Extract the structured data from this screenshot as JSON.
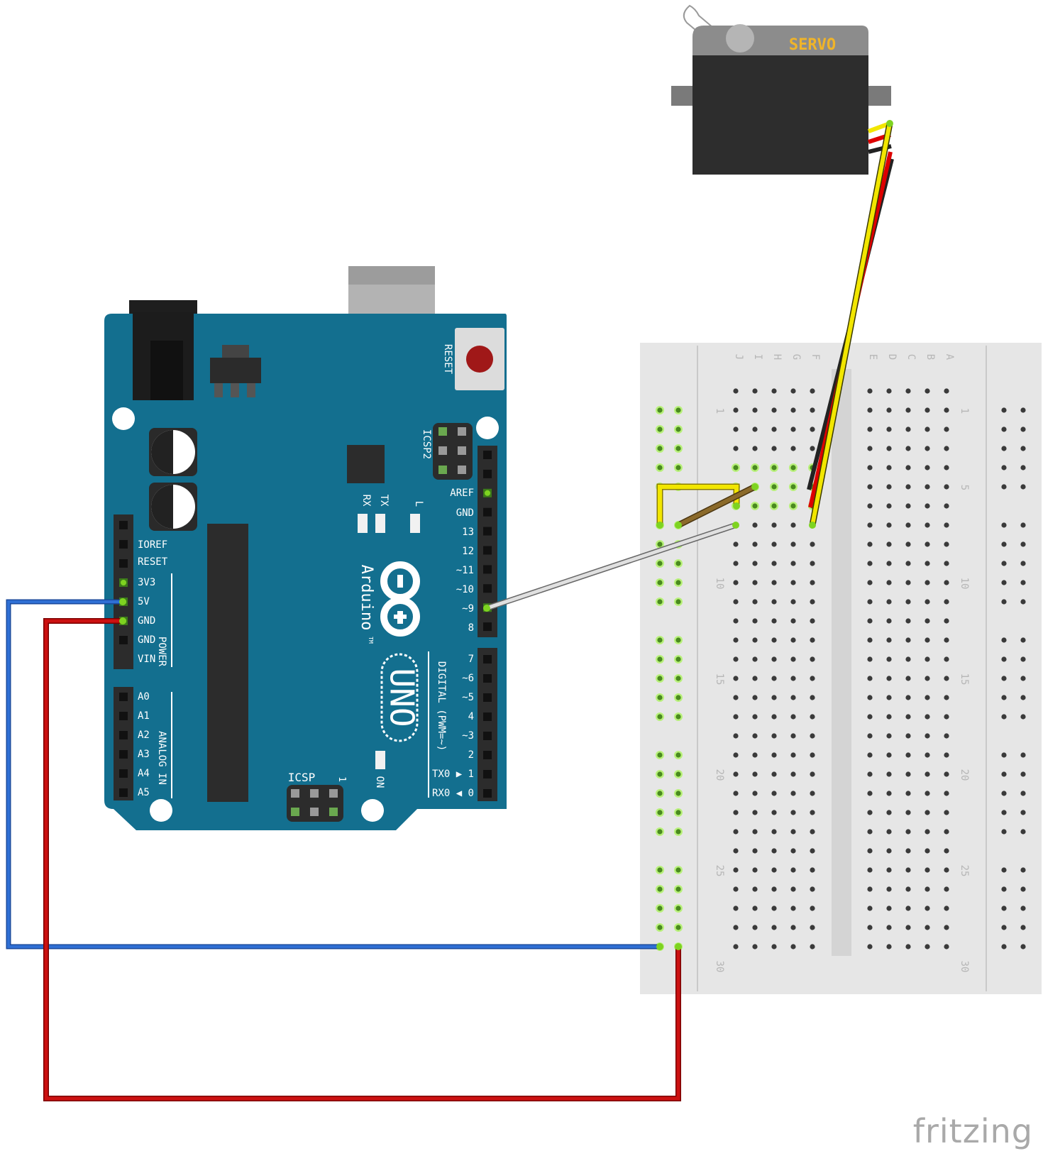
{
  "servo": {
    "label": "SERVO"
  },
  "arduino": {
    "brand": "Arduino",
    "model": "UNO",
    "trademark": "TM",
    "reset_label": "RESET",
    "icsp2_label": "ICSP2",
    "icsp_label": "ICSP",
    "tx_label": "TX",
    "rx_label": "RX",
    "l_label": "L",
    "on_label": "ON",
    "one_mark": "1",
    "power_group_label": "POWER",
    "analog_group_label": "ANALOG IN",
    "digital_group_label": "DIGITAL (PWM=~)",
    "power_pins": [
      "IOREF",
      "RESET",
      "3V3",
      "5V",
      "GND",
      "GND",
      "VIN"
    ],
    "analog_pins": [
      "A0",
      "A1",
      "A2",
      "A3",
      "A4",
      "A5"
    ],
    "digital_top_pins": [
      "AREF",
      "GND",
      "13",
      "12",
      "~11",
      "~10",
      "~9",
      "8"
    ],
    "digital_bottom_pins": [
      "7",
      "~6",
      "~5",
      "4",
      "~3",
      "2",
      "TX0 ▶ 1",
      "RX0 ◀ 0"
    ]
  },
  "breadboard": {
    "columns_left": [
      "J",
      "I",
      "H",
      "G",
      "F"
    ],
    "columns_right": [
      "E",
      "D",
      "C",
      "B",
      "A"
    ],
    "row_numbers": [
      "1",
      "5",
      "10",
      "15",
      "20",
      "25",
      "30"
    ],
    "row_count": 30
  },
  "wires": {
    "colors": {
      "power": "#2f6fd4",
      "ground": "#cc1111",
      "signal": "#e0e0e0",
      "servo_signal": "#f2e600",
      "servo_power": "#dd0000",
      "servo_ground": "#222222",
      "jumper_brown": "#8b6a2a"
    }
  },
  "colors": {
    "board": "#136f8f",
    "breadboard": "#e4e4e4",
    "servo_body": "#2d2d2d",
    "servo_label": "#f0b429",
    "connected_pin": "#7ed321"
  },
  "footer": {
    "brand": "fritzing"
  }
}
